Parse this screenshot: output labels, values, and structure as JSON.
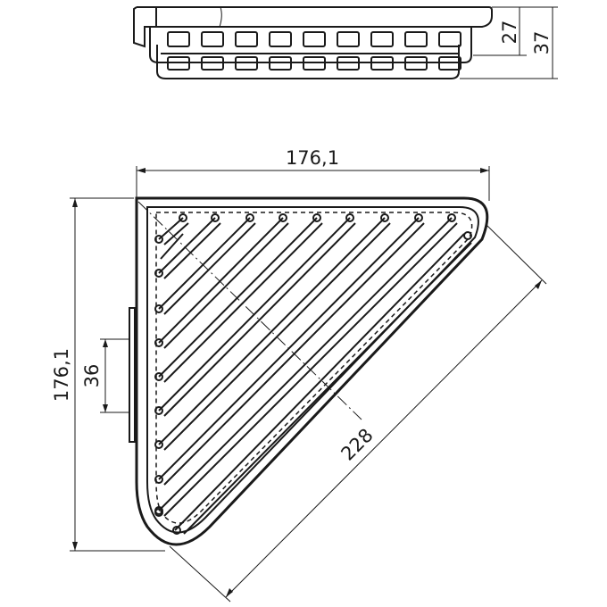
{
  "dimensions": {
    "side_height_inner": "27",
    "side_height_outer": "37",
    "top_width": "176,1",
    "left_height": "176,1",
    "mount_height": "36",
    "diagonal": "228"
  },
  "colors": {
    "ink": "#1a1a1a",
    "background": "#ffffff"
  }
}
